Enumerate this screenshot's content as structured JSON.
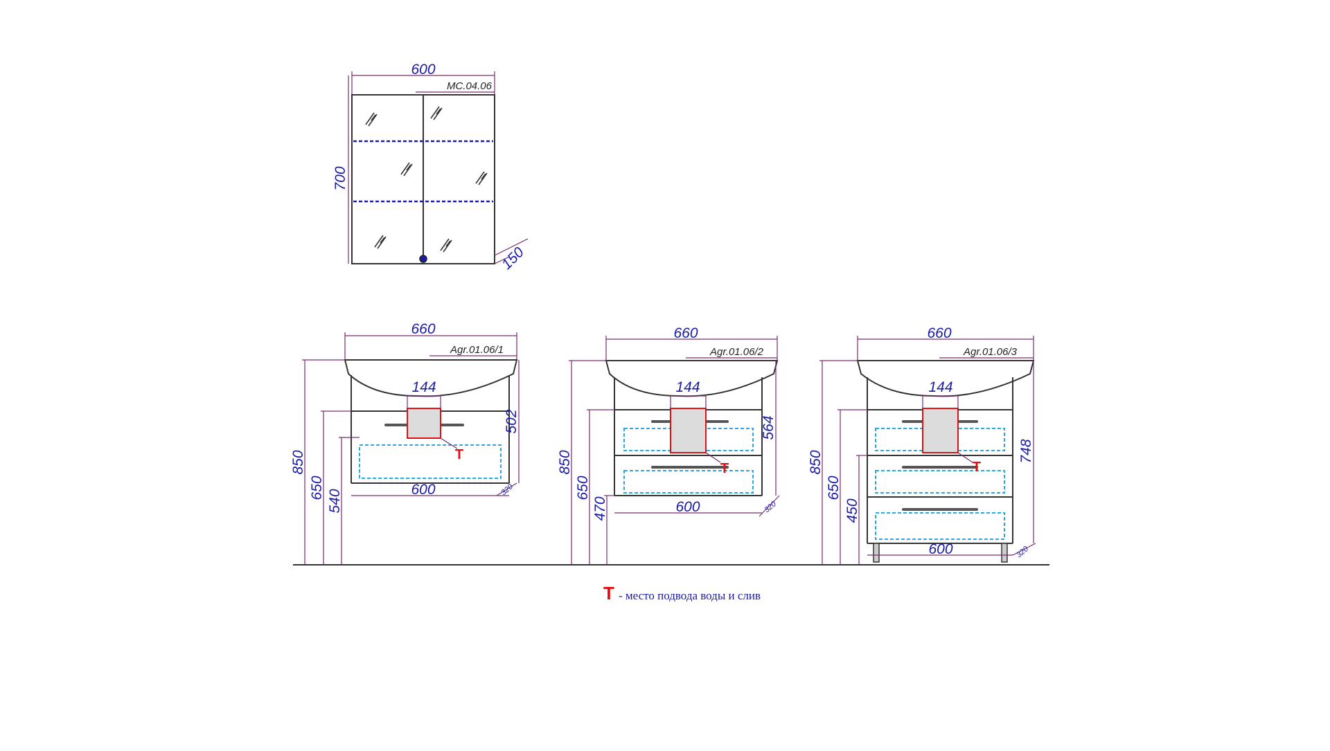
{
  "mirror_cabinet": {
    "code": "MC.04.06",
    "width": "600",
    "height": "700",
    "depth": "150"
  },
  "cabinets": [
    {
      "code": "Agr.01.06/1",
      "top_width": "660",
      "tee_width": "144",
      "body_width": "600",
      "total_height": "850",
      "height_650": "650",
      "inner_height": "540",
      "side_height": "502",
      "depth": "320"
    },
    {
      "code": "Agr.01.06/2",
      "top_width": "660",
      "tee_width": "144",
      "body_width": "600",
      "total_height": "850",
      "height_650": "650",
      "inner_height": "470",
      "side_height": "564",
      "depth": "320"
    },
    {
      "code": "Agr.01.06/3",
      "top_width": "660",
      "tee_width": "144",
      "body_width": "600",
      "total_height": "850",
      "height_650": "650",
      "inner_height": "450",
      "side_height": "748",
      "depth": "320"
    }
  ],
  "tee_marker": "T",
  "legend": {
    "marker": "T",
    "text": "- место подвода воды и слив"
  }
}
